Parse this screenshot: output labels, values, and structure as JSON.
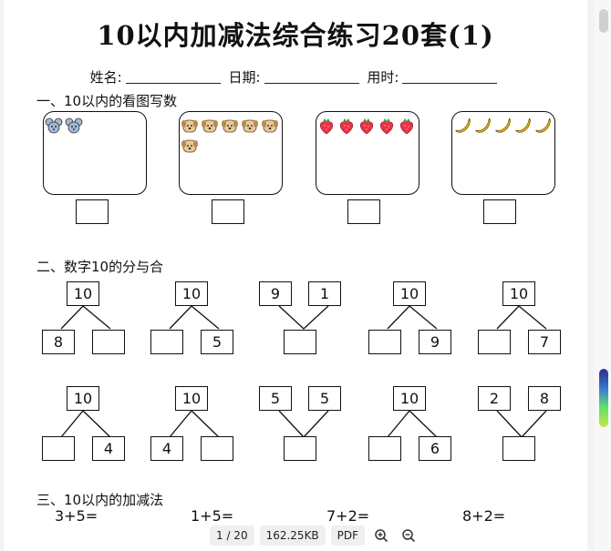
{
  "title": "10以内加减法综合练习20套(1)",
  "info": {
    "name_label": "姓名:",
    "date_label": "日期:",
    "time_label": "用时:"
  },
  "section1": {
    "title": "一、10以内的看图写数",
    "boxes": [
      {
        "icon": "mouse-icon",
        "count": 2
      },
      {
        "icon": "dog-icon",
        "count": 6
      },
      {
        "icon": "strawberry-icon",
        "count": 5
      },
      {
        "icon": "banana-icon",
        "count": 5
      }
    ]
  },
  "section2": {
    "title": "二、数字10的分与合",
    "row1": [
      {
        "top": [
          "10"
        ],
        "left": "8",
        "right": ""
      },
      {
        "top": [
          "10"
        ],
        "left": "",
        "right": "5"
      },
      {
        "top": [
          "9",
          "1"
        ],
        "bottom": ""
      },
      {
        "top": [
          "10"
        ],
        "left": "",
        "right": "9"
      },
      {
        "top": [
          "10"
        ],
        "left": "",
        "right": "7"
      }
    ],
    "row2": [
      {
        "top": [
          "10"
        ],
        "left": "",
        "right": "4"
      },
      {
        "top": [
          "10"
        ],
        "left": "4",
        "right": ""
      },
      {
        "top": [
          "5",
          "5"
        ],
        "bottom": ""
      },
      {
        "top": [
          "10"
        ],
        "left": "",
        "right": "6"
      },
      {
        "top": [
          "2",
          "8"
        ],
        "bottom": ""
      }
    ]
  },
  "section3": {
    "title": "三、10以内的加减法",
    "equations": [
      "3+5=",
      "1+5=",
      "7+2=",
      "8+2="
    ]
  },
  "toolbar": {
    "page": "1 / 20",
    "size": "162.25KB",
    "format": "PDF"
  },
  "colors": {
    "mouse": "#9fb9d6",
    "dog": "#e7c99a",
    "strawberry": "#e8344a",
    "banana": "#f2c81e"
  }
}
